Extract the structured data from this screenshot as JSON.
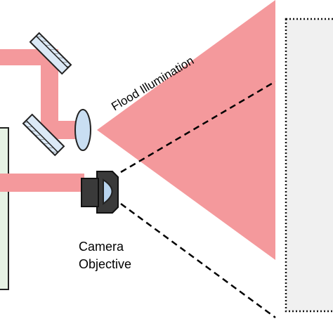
{
  "labels": {
    "flood_illumination": "Flood Illumination",
    "camera_line1": "Camera",
    "camera_line2": "Objective"
  },
  "colors": {
    "beam": "#f4999c",
    "mirror_fill": "#dbe9f6",
    "mirror_stroke": "#222222",
    "lens_fill": "#c9def2",
    "camera_body": "#3a3a3a",
    "camera_glass": "#b8d4ee",
    "left_panel_fill": "#e6f2e4",
    "target_fill": "#f0f0f0",
    "dashed_line": "#000000"
  }
}
